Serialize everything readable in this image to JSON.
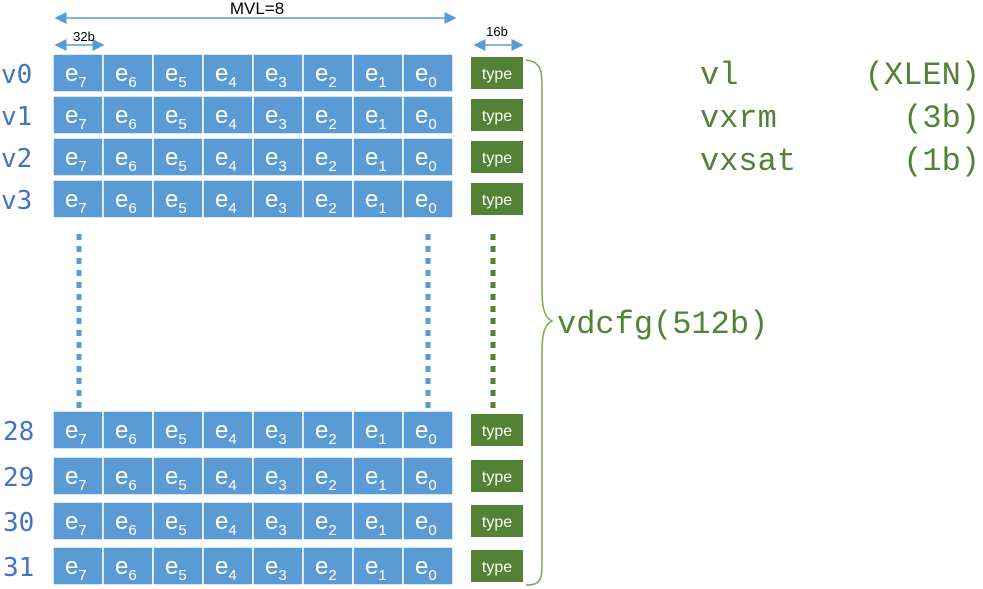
{
  "colors": {
    "element_fill": "#5b9bd5",
    "element_border": "#ffffff",
    "type_fill": "#548235",
    "register_label": "#4472c4",
    "csr_text": "#538135",
    "dim_arrow": "#5b9bd5",
    "dots_blue": "#5b9bd5",
    "dots_green": "#548235",
    "brace": "#70ad47"
  },
  "dimensions": {
    "mvl_label": "MVL=8",
    "element_width_label": "32b",
    "type_width_label": "16b"
  },
  "element_base": "e",
  "element_subscripts": [
    "7",
    "6",
    "5",
    "4",
    "3",
    "2",
    "1",
    "0"
  ],
  "type_label": "type",
  "registers": [
    {
      "label": "v0"
    },
    {
      "label": "v1"
    },
    {
      "label": "v2"
    },
    {
      "label": "v3"
    },
    {
      "label": "28"
    },
    {
      "label": "29"
    },
    {
      "label": "30"
    },
    {
      "label": "31"
    }
  ],
  "brace_label": "vdcfg(512b)",
  "csrs": [
    {
      "name": "vl",
      "size": "(XLEN)"
    },
    {
      "name": "vxrm",
      "size": "(3b)"
    },
    {
      "name": "vxsat",
      "size": "(1b)"
    }
  ]
}
